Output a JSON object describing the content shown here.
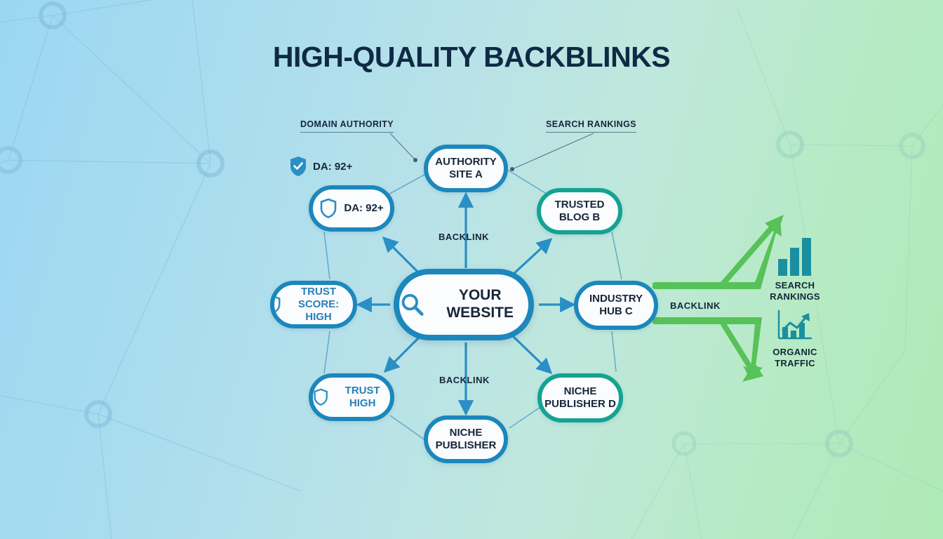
{
  "title": "HIGH-QUALITY BACKBLINKS",
  "colors": {
    "node_blue": "#1b87bd",
    "node_teal": "#13a394",
    "arrow_blue": "#2a8fc4",
    "arrow_green": "#57c257",
    "icon_teal": "#1a8fa0",
    "text_dark": "#16263a",
    "bg_left": "#9bd7f2",
    "bg_right": "#aeeab6"
  },
  "center": {
    "label": "YOUR WEBSITE",
    "icon": "magnifier-icon"
  },
  "nodes": [
    {
      "id": "da-badge-node",
      "label": "DA: 92+",
      "icon": "shield-icon",
      "border": "blue"
    },
    {
      "id": "authority-site-a",
      "label": "AUTHORITY SITE A",
      "icon": "",
      "border": "blue"
    },
    {
      "id": "trusted-blog-b",
      "label": "TRUSTED BLOG B",
      "icon": "",
      "border": "teal"
    },
    {
      "id": "trust-score-high",
      "label": "TRUST SCORE: HIGH",
      "icon": "shield-icon",
      "border": "blue"
    },
    {
      "id": "industry-hub-c",
      "label": "INDUSTRY HUB C",
      "icon": "",
      "border": "blue"
    },
    {
      "id": "trust-high",
      "label": "TRUST HIGH",
      "icon": "shield-icon",
      "border": "blue"
    },
    {
      "id": "niche-publisher",
      "label": "NICHE PUBLISHER",
      "icon": "",
      "border": "blue"
    },
    {
      "id": "niche-publisher-d",
      "label": "NICHE PUBLISHER D",
      "icon": "",
      "border": "teal"
    }
  ],
  "badge": {
    "label": "DA: 92+",
    "icon": "shield-check-icon"
  },
  "annotations": [
    {
      "id": "domain-authority",
      "label": "DOMAIN AUTHORITY"
    },
    {
      "id": "search-rankings",
      "label": "SEARCH RANKINGS"
    }
  ],
  "edge_labels": {
    "top": "BACKLINK",
    "bottom": "BACKLINK",
    "right": "BACKLINK"
  },
  "results": [
    {
      "id": "search-rankings-result",
      "caption": "SEARCH RANKINGS",
      "icon": "bar-chart-icon"
    },
    {
      "id": "organic-traffic-result",
      "caption": "ORGANIC TRAFFIC",
      "icon": "growth-chart-icon"
    }
  ]
}
